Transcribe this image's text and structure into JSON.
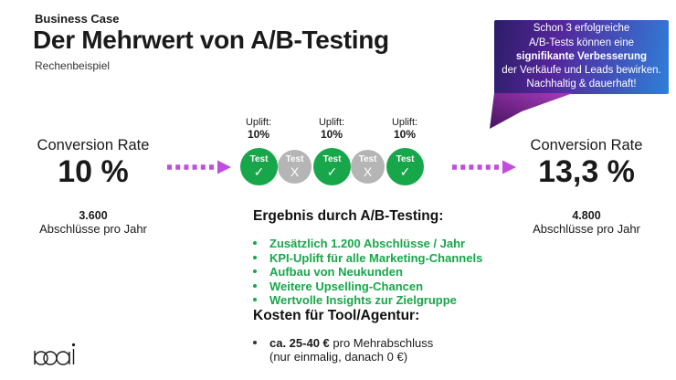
{
  "header": {
    "eyebrow": "Business Case",
    "title": "Der Mehrwert von A/B-Testing",
    "subtitle": "Rechenbeispiel"
  },
  "callout": {
    "line1": "Schon 3 erfolgreiche",
    "line2": "A/B-Tests können eine",
    "line3": "signifikante Verbesserung",
    "line4": "der Verkäufe und Leads bewirken.",
    "line5": "Nachhaltig & dauerhaft!"
  },
  "before": {
    "label": "Conversion Rate",
    "value": "10 %",
    "count": "3.600",
    "count_label": "Abschlüsse pro Jahr"
  },
  "after": {
    "label": "Conversion Rate",
    "value": "13,3 %",
    "count": "4.800",
    "count_label": "Abschlüsse pro Jahr"
  },
  "tests": {
    "uplift_label": "Uplift:",
    "uplift_value": "10%",
    "items": [
      {
        "label": "Test",
        "symbol": "✓",
        "result": "pass"
      },
      {
        "label": "Test",
        "symbol": "X",
        "result": "fail"
      },
      {
        "label": "Test",
        "symbol": "✓",
        "result": "pass"
      },
      {
        "label": "Test",
        "symbol": "X",
        "result": "fail"
      },
      {
        "label": "Test",
        "symbol": "✓",
        "result": "pass"
      }
    ]
  },
  "results": {
    "heading": "Ergebnis durch A/B-Testing:",
    "items": [
      "Zusätzlich 1.200 Abschlüsse / Jahr",
      "KPI-Uplift für alle Marketing-Channels",
      "Aufbau von Neukunden",
      "Weitere Upselling-Chancen",
      "Wertvolle Insights zur Zielgruppe"
    ]
  },
  "costs": {
    "heading": "Kosten für Tool/Agentur:",
    "item_bold": "ca. 25-40 €",
    "item_rest": " pro Mehrabschluss",
    "item_note": "(nur einmalig, danach 0 €)"
  },
  "logo": {
    "text": "mai"
  },
  "colors": {
    "green": "#17a74a",
    "gray": "#b5b5b5",
    "arrow": "#c04ce0",
    "bubble_gradient_start": "#2b1e66",
    "bubble_gradient_mid": "#55249b",
    "bubble_gradient_end": "#2f7fd8",
    "tail_start": "#a93cbd",
    "tail_end": "#47135f",
    "text": "#1a1a1a"
  }
}
